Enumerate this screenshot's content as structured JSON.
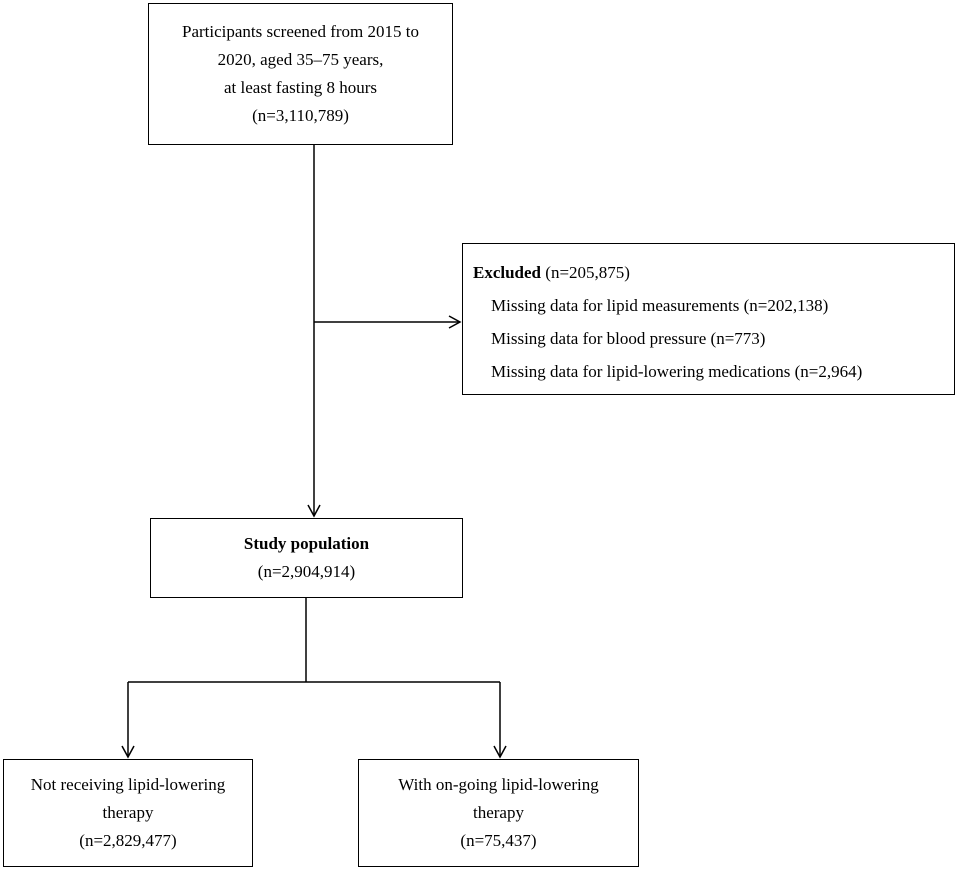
{
  "screened": {
    "lines": [
      "Participants screened from 2015 to",
      "2020, aged 35–75 years,",
      "at least fasting 8 hours"
    ],
    "count": "(n=3,110,789)"
  },
  "excluded": {
    "heading": "Excluded",
    "count": " (n=205,875)",
    "reasons": [
      "Missing data for lipid measurements (n=202,138)",
      "Missing data for blood pressure (n=773)",
      "Missing data for lipid-lowering medications (n=2,964)"
    ]
  },
  "study": {
    "title": "Study population",
    "count": "(n=2,904,914)"
  },
  "not_receiving": {
    "lines": [
      "Not receiving lipid-lowering",
      "therapy"
    ],
    "count": "(n=2,829,477)"
  },
  "ongoing": {
    "lines": [
      "With on-going lipid-lowering",
      "therapy"
    ],
    "count": "(n=75,437)"
  }
}
